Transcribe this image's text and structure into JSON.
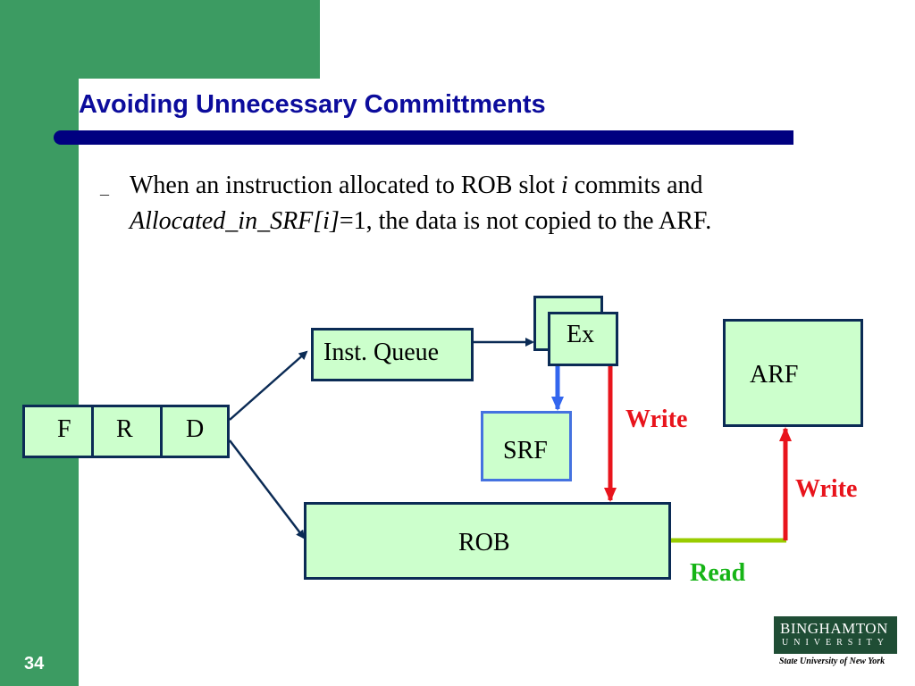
{
  "slide": {
    "title": "Avoiding Unnecessary Committments",
    "page_number": "34"
  },
  "bullet": {
    "marker": "–",
    "text_part1": "When an instruction allocated to ROB slot ",
    "text_italic1": "i",
    "text_part2": " commits and ",
    "text_italic2": "Allocated_in_SRF[i]",
    "text_part3": "=1, the data is not copied to the ARF."
  },
  "diagram": {
    "pipeline": [
      "F",
      "R",
      "D"
    ],
    "inst_queue": "Inst. Queue",
    "ex": "Ex",
    "srf": "SRF",
    "arf": "ARF",
    "rob": "ROB",
    "write_label_1": "Write",
    "write_label_2": "Write",
    "read_label": "Read",
    "colors": {
      "box_fill": "#ccffcc",
      "box_border": "#0b2b55",
      "srf_border": "#4472e0",
      "write_arrow": "#e8141c",
      "read_line": "#99cc00",
      "read_text": "#16b416",
      "srf_arrow": "#3366ee"
    }
  },
  "logo": {
    "line1": "BINGHAMTON",
    "line2": "UNIVERSITY",
    "line3": "State University of New York"
  }
}
